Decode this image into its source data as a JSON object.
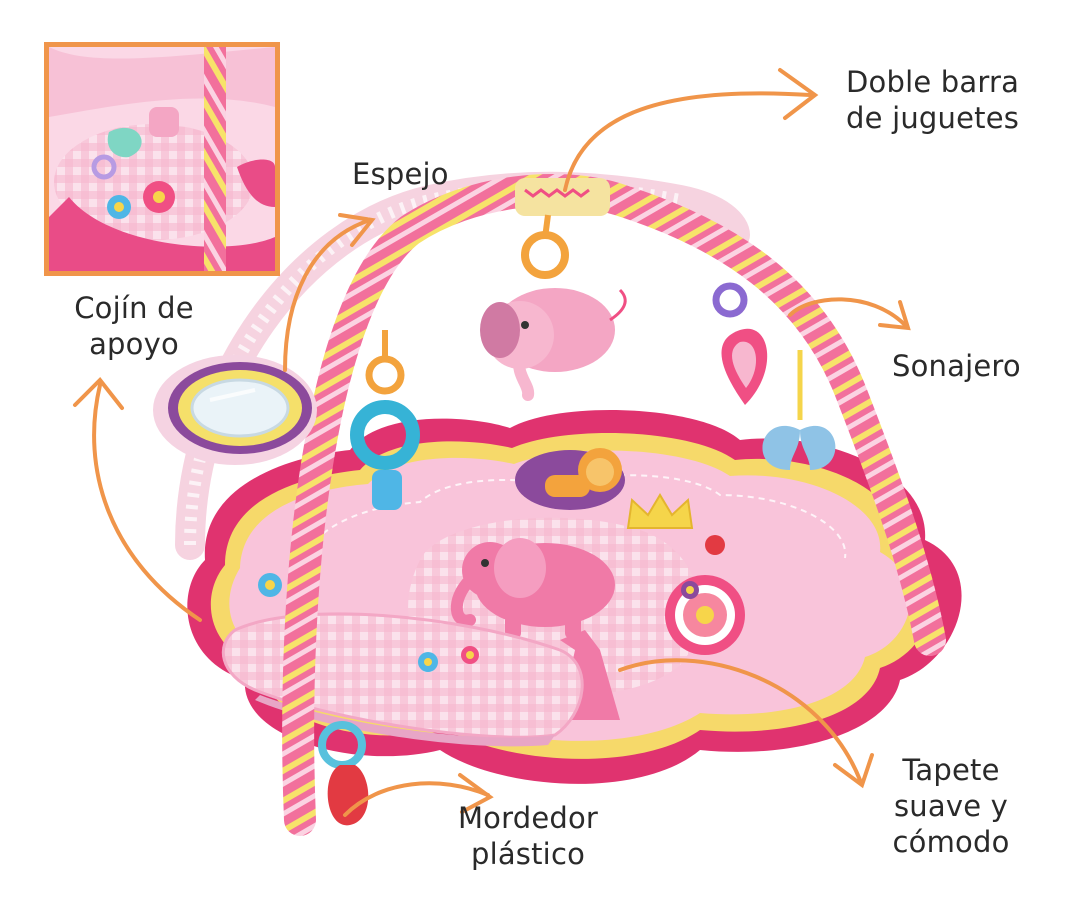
{
  "labels": {
    "doble_barra": {
      "line1": "Doble barra",
      "line2": "de juguetes"
    },
    "espejo": {
      "line1": "Espejo"
    },
    "cojin": {
      "line1": "Cojín de",
      "line2": "apoyo"
    },
    "sonajero": {
      "line1": "Sonajero"
    },
    "mordedor": {
      "line1": "Mordedor",
      "line2": "plástico"
    },
    "tapete": {
      "line1": "Tapete",
      "line2": "suave y",
      "line3": "cómodo"
    }
  },
  "colors": {
    "arrow": "#f0954a",
    "mat_pink": "#f0689a",
    "mat_dark": "#e0336f",
    "mat_light": "#f9c4da",
    "arch_pink": "#f2709c",
    "inset_border": "#f0954a"
  },
  "icons": [
    "elephant-icon",
    "lion-icon",
    "crown-icon",
    "flower-icon",
    "mirror-icon",
    "rattle-icon",
    "teether-icon",
    "butterfly-icon"
  ]
}
